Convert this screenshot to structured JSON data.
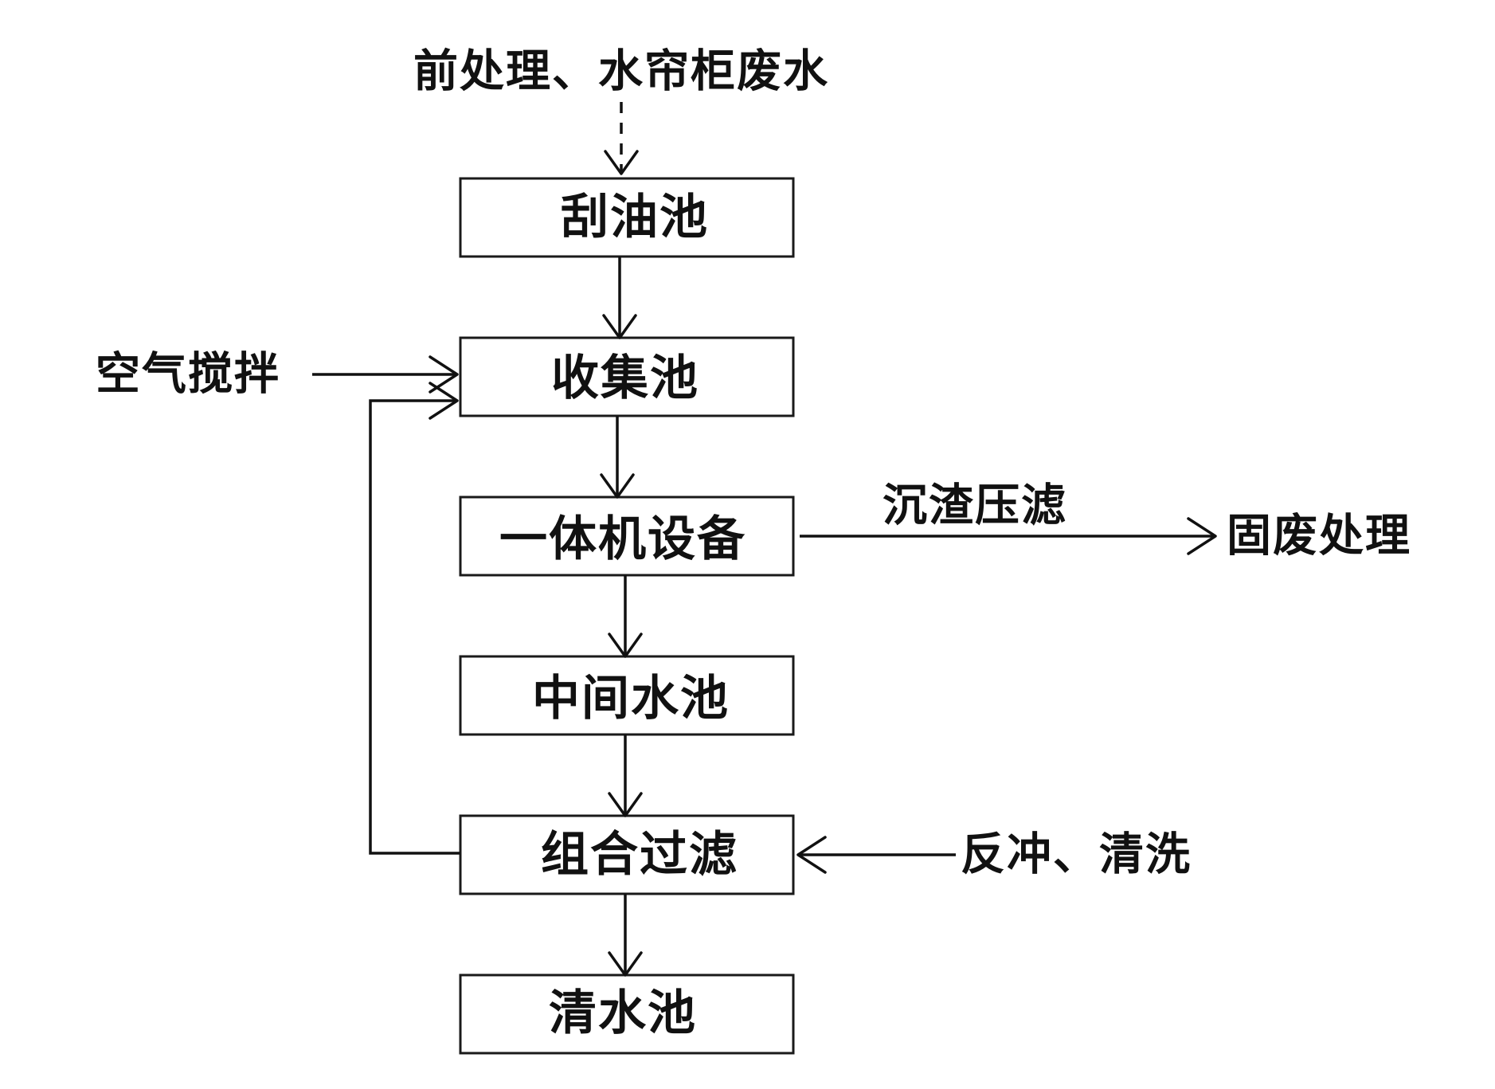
{
  "diagram": {
    "input_label": "前处理、水帘柜废水",
    "steps": [
      "刮油池",
      "收集池",
      "一体机设备",
      "中间水池",
      "组合过滤",
      "清水池"
    ],
    "side_labels": {
      "air_stirring": "空气搅拌",
      "sludge_press": "沉渣压滤",
      "solid_waste": "固废处理",
      "backwash": "反冲、清洗"
    },
    "colors": {
      "line": "#111111",
      "box_border": "#1a1a1a",
      "background": "#ffffff"
    }
  }
}
